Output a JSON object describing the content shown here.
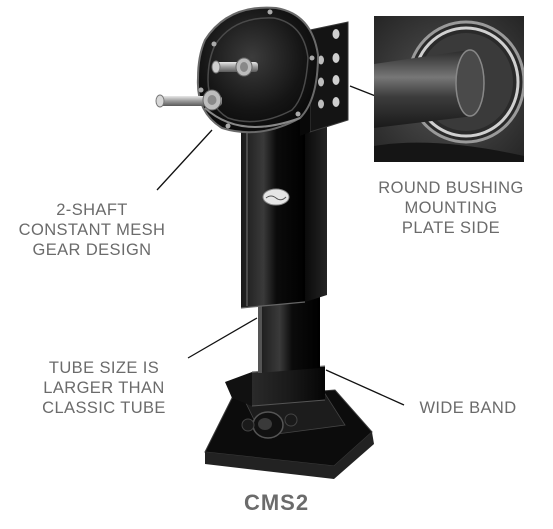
{
  "callouts": {
    "gear": [
      "2-SHAFT",
      "CONSTANT MESH",
      "GEAR DESIGN"
    ],
    "bushing": [
      "ROUND BUSHING",
      "MOUNTING",
      "PLATE SIDE"
    ],
    "tube": [
      "TUBE SIZE IS",
      "LARGER THAN",
      "CLASSIC TUBE"
    ],
    "band": [
      "WIDE BAND"
    ]
  },
  "model_name": "CMS2",
  "colors": {
    "label_text": "#6b6b6b",
    "product_body": "#111111",
    "background": "#ffffff"
  }
}
